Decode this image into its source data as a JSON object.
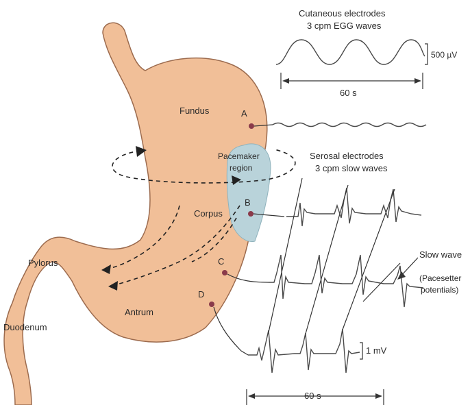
{
  "labels": {
    "cutaneous_line1": "Cutaneous electrodes",
    "cutaneous_line2": "3 cpm EGG waves",
    "egg_scale": "500 µV",
    "egg_time": "60 s",
    "fundus": "Fundus",
    "pacemaker_line1": "Pacemaker",
    "pacemaker_line2": "region",
    "corpus": "Corpus",
    "pylorus": "Pylorus",
    "antrum": "Antrum",
    "duodenum": "Duodenum",
    "serosal_line1": "Serosal electrodes",
    "serosal_line2": "3 cpm slow waves",
    "slow_wave_line1": "Slow wave",
    "slow_wave_line2": "(Pacesetter",
    "slow_wave_line3": "potentials)",
    "mv_scale": "1 mV",
    "bottom_time": "60 s",
    "electrode_a": "A",
    "electrode_b": "B",
    "electrode_c": "C",
    "electrode_d": "D"
  },
  "colors": {
    "stomach_fill": "#f1bf98",
    "stomach_edge": "#9c6b4e",
    "pacemaker_fill": "#b9d3da",
    "electrode": "#8a3a4a",
    "trace": "#4a4a4a"
  }
}
